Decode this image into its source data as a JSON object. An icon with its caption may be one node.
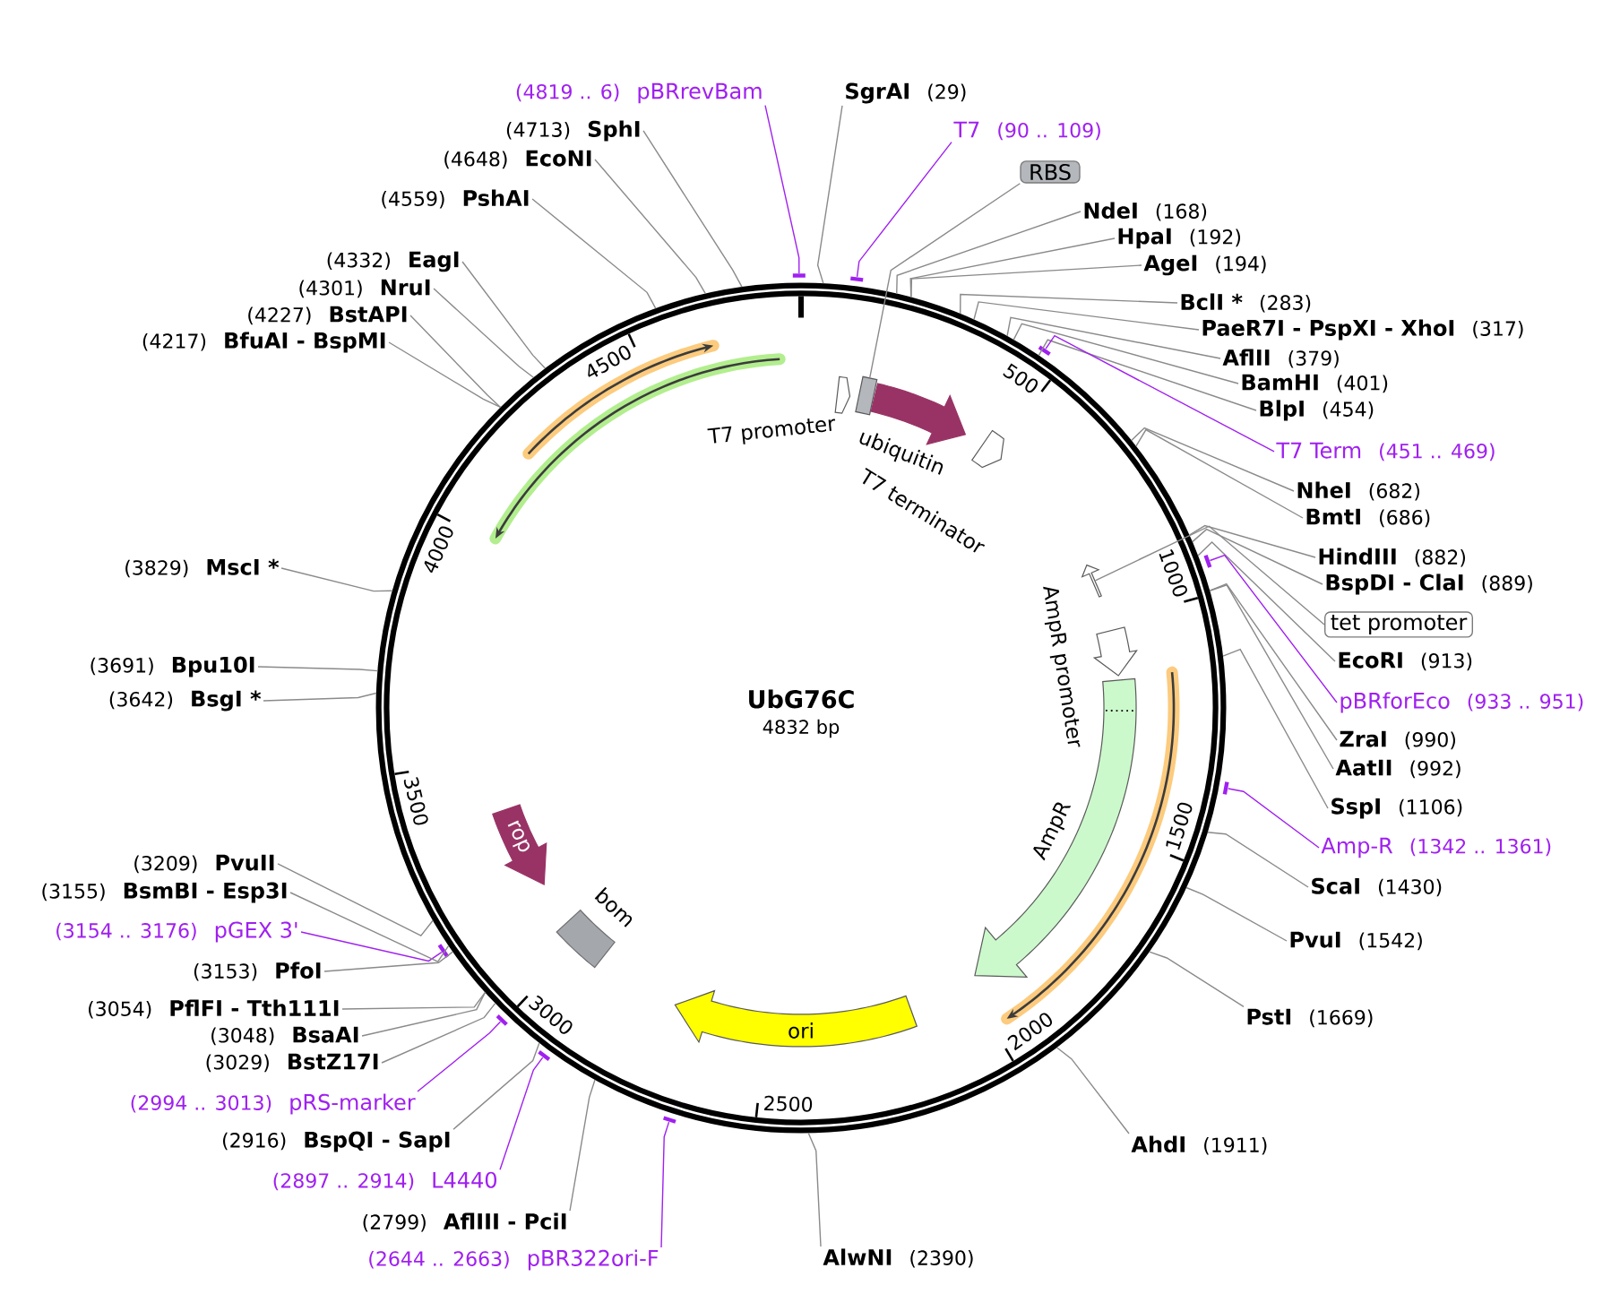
{
  "diagram": {
    "title": "UbG76C",
    "nodes": [
      {
        "text": [],
        "shape": "circle"
      },
      {
        "text": [
          "SgrAI",
          "(29)"
        ]
      },
      {
        "text": [
          "T7",
          "(90 .. 109)"
        ]
      },
      {
        "text": [
          "RBS"
        ]
      },
      {
        "text": [
          "NdeI",
          "(168)"
        ]
      },
      {
        "text": [
          "HpaI",
          "(192)"
        ]
      },
      {
        "text": [
          "AgeI",
          "(194)"
        ]
      },
      {
        "text": [
          "BclI *",
          "(283)"
        ]
      },
      {
        "text": [
          "PaeR7I - PspXI - XhoI",
          "(317)"
        ]
      },
      {
        "text": [
          "AflII",
          "(379)"
        ]
      },
      {
        "text": [
          "BamHI",
          "(401)"
        ]
      },
      {
        "text": [
          "BlpI",
          "(454)"
        ]
      },
      {
        "text": [
          "T7 Term",
          "(451 .. 469)"
        ]
      },
      {
        "text": [
          "NheI",
          "(682)"
        ]
      },
      {
        "text": [
          "BmtI",
          "(686)"
        ]
      },
      {
        "text": [
          "HindIII",
          "(882)"
        ]
      },
      {
        "text": [
          "BspDI - ClaI",
          "(889)"
        ]
      },
      {
        "text": [
          "tet promoter"
        ]
      },
      {
        "text": [
          "EcoRI",
          "(913)"
        ]
      },
      {
        "text": [
          "pBRforEco",
          "(933 .. 951)"
        ]
      },
      {
        "text": [
          "ZraI",
          "(990)"
        ]
      },
      {
        "text": [
          "AatII",
          "(992)"
        ]
      },
      {
        "text": [
          "SspI",
          "(1106)"
        ]
      },
      {
        "text": [
          "Amp-R",
          "(1342 .. 1361)"
        ]
      },
      {
        "text": [
          "ScaI",
          "(1430)"
        ]
      },
      {
        "text": [
          "PvuI",
          "(1542)"
        ]
      },
      {
        "text": [
          "PstI",
          "(1669)"
        ]
      },
      {
        "text": [
          "AhdI",
          "(1911)"
        ]
      },
      {
        "text": [
          "AlwNI",
          "(2390)"
        ]
      },
      {
        "text": [
          "(2644 .. 2663)",
          "pBR322ori-F"
        ]
      },
      {
        "text": [
          "(2799)",
          "AflIII - PciI"
        ]
      },
      {
        "text": [
          "(2897 .. 2914)",
          "L4440"
        ]
      },
      {
        "text": [
          "(2916)",
          "BspQI - SapI"
        ]
      },
      {
        "text": [
          "(2994 .. 3013)",
          "pRS-marker"
        ]
      },
      {
        "text": [
          "(3029)",
          "BstZ17I"
        ]
      },
      {
        "text": [
          "(3048)",
          "BsaAI"
        ]
      },
      {
        "text": [
          "(3054)",
          "PflFI - Tth111I"
        ]
      },
      {
        "text": [
          "(3153)",
          "PfoI"
        ]
      },
      {
        "text": [
          "(3154 .. 3176)",
          "pGEX 3'"
        ]
      },
      {
        "text": [
          "(3155)",
          "BsmBI - Esp3I"
        ]
      },
      {
        "text": [
          "(3209)",
          "PvuII"
        ]
      },
      {
        "text": [
          "(3642)",
          "BsgI *"
        ]
      },
      {
        "text": [
          "(3691)",
          "Bpu10I"
        ]
      },
      {
        "text": [
          "(3829)",
          "MscI *"
        ]
      },
      {
        "text": [
          "(4217)",
          "BfuAI - BspMI"
        ]
      },
      {
        "text": [
          "(4227)",
          "BstAPI"
        ]
      },
      {
        "text": [
          "(4301)",
          "NruI"
        ]
      },
      {
        "text": [
          "(4332)",
          "EagI"
        ]
      },
      {
        "text": [
          "(4559)",
          "PshAI"
        ]
      },
      {
        "text": [
          "(4648)",
          "EcoNI"
        ]
      },
      {
        "text": [
          "(4713)",
          "SphI"
        ]
      },
      {
        "text": [
          "(4819 .. 6)",
          "pBRrevBam"
        ]
      },
      {
        "text": [
          "T7 promoter"
        ],
        "in": 0
      },
      {
        "text": [
          "ubiquitin"
        ],
        "in": 0
      },
      {
        "text": [
          "T7 terminator"
        ],
        "in": 0
      },
      {
        "text": [
          "AmpR promoter"
        ],
        "in": 0
      },
      {
        "text": [
          "AmpR"
        ],
        "in": 0
      },
      {
        "text": [
          "ori"
        ],
        "in": 0
      },
      {
        "text": [
          "bom"
        ],
        "in": 0
      },
      {
        "text": [
          "rop"
        ],
        "in": 0
      },
      {
        "text": [],
        "shape": "box",
        "in": 0
      },
      {
        "text": [],
        "shape": "arrow",
        "in": 0
      },
      {
        "text": [],
        "shape": "bar"
      },
      {
        "text": [],
        "shape": "bar"
      },
      {
        "text": [],
        "shape": "bar"
      },
      {
        "text": [],
        "shape": "bar"
      },
      {
        "text": [],
        "shape": "bar"
      },
      {
        "text": [],
        "shape": "bar"
      },
      {
        "text": [],
        "shape": "bar"
      },
      {
        "text": [],
        "shape": "bar"
      },
      {
        "text": [],
        "shape": "bar"
      }
    ],
    "edges": [
      {
        "from": 1,
        "to": 0,
        "arrow": "none"
      },
      {
        "from": 2,
        "to": 67,
        "arrow": "none",
        "color": "#a020f0"
      },
      {
        "from": 3,
        "to": 60,
        "arrow": "none"
      },
      {
        "from": 4,
        "to": 0,
        "arrow": "none"
      },
      {
        "from": 5,
        "to": 0,
        "arrow": "none"
      },
      {
        "from": 6,
        "to": 0,
        "arrow": "none"
      },
      {
        "from": 7,
        "to": 0,
        "arrow": "none"
      },
      {
        "from": 8,
        "to": 0,
        "arrow": "none"
      },
      {
        "from": 9,
        "to": 0,
        "arrow": "none"
      },
      {
        "from": 10,
        "to": 0,
        "arrow": "none"
      },
      {
        "from": 11,
        "to": 0,
        "arrow": "none"
      },
      {
        "from": 12,
        "to": 68,
        "arrow": "none",
        "color": "#a020f0"
      },
      {
        "from": 13,
        "to": 0,
        "arrow": "none"
      },
      {
        "from": 14,
        "to": 0,
        "arrow": "none"
      },
      {
        "from": 15,
        "to": 0,
        "arrow": "none"
      },
      {
        "from": 16,
        "to": 0,
        "arrow": "none"
      },
      {
        "from": 17,
        "to": 61,
        "arrow": "none"
      },
      {
        "from": 18,
        "to": 0,
        "arrow": "none"
      },
      {
        "from": 19,
        "to": 69,
        "arrow": "none",
        "color": "#a020f0"
      },
      {
        "from": 20,
        "to": 0,
        "arrow": "none"
      },
      {
        "from": 21,
        "to": 0,
        "arrow": "none"
      },
      {
        "from": 22,
        "to": 0,
        "arrow": "none"
      },
      {
        "from": 23,
        "to": 70,
        "arrow": "none",
        "color": "#a020f0"
      },
      {
        "from": 24,
        "to": 0,
        "arrow": "none"
      },
      {
        "from": 25,
        "to": 0,
        "arrow": "none"
      },
      {
        "from": 26,
        "to": 0,
        "arrow": "none"
      },
      {
        "from": 27,
        "to": 0,
        "arrow": "none"
      },
      {
        "from": 28,
        "to": 0,
        "arrow": "none"
      },
      {
        "from": 29,
        "to": 65,
        "arrow": "none",
        "color": "#a020f0"
      },
      {
        "from": 30,
        "to": 0,
        "arrow": "none"
      },
      {
        "from": 31,
        "to": 64,
        "arrow": "none",
        "color": "#a020f0"
      },
      {
        "from": 32,
        "to": 0,
        "arrow": "none"
      },
      {
        "from": 33,
        "to": 63,
        "arrow": "none",
        "color": "#a020f0"
      },
      {
        "from": 34,
        "to": 0,
        "arrow": "none"
      },
      {
        "from": 35,
        "to": 0,
        "arrow": "none"
      },
      {
        "from": 36,
        "to": 0,
        "arrow": "none"
      },
      {
        "from": 37,
        "to": 0,
        "arrow": "none"
      },
      {
        "from": 38,
        "to": 62,
        "arrow": "none",
        "color": "#a020f0"
      },
      {
        "from": 39,
        "to": 0,
        "arrow": "none"
      },
      {
        "from": 40,
        "to": 0,
        "arrow": "none"
      },
      {
        "from": 41,
        "to": 0,
        "arrow": "none"
      },
      {
        "from": 42,
        "to": 0,
        "arrow": "none"
      },
      {
        "from": 43,
        "to": 0,
        "arrow": "none"
      },
      {
        "from": 44,
        "to": 0,
        "arrow": "none"
      },
      {
        "from": 45,
        "to": 0,
        "arrow": "none"
      },
      {
        "from": 46,
        "to": 0,
        "arrow": "none"
      },
      {
        "from": 47,
        "to": 0,
        "arrow": "none"
      },
      {
        "from": 48,
        "to": 0,
        "arrow": "none"
      },
      {
        "from": 49,
        "to": 0,
        "arrow": "none"
      },
      {
        "from": 50,
        "to": 0,
        "arrow": "none"
      },
      {
        "from": 51,
        "to": 66,
        "arrow": "none",
        "color": "#a020f0"
      }
    ],
    "labels": [
      "4832 bp",
      "500",
      "1000",
      "1500",
      "2000",
      "2500",
      "3000",
      "3500",
      "4000",
      "4500"
    ]
  }
}
